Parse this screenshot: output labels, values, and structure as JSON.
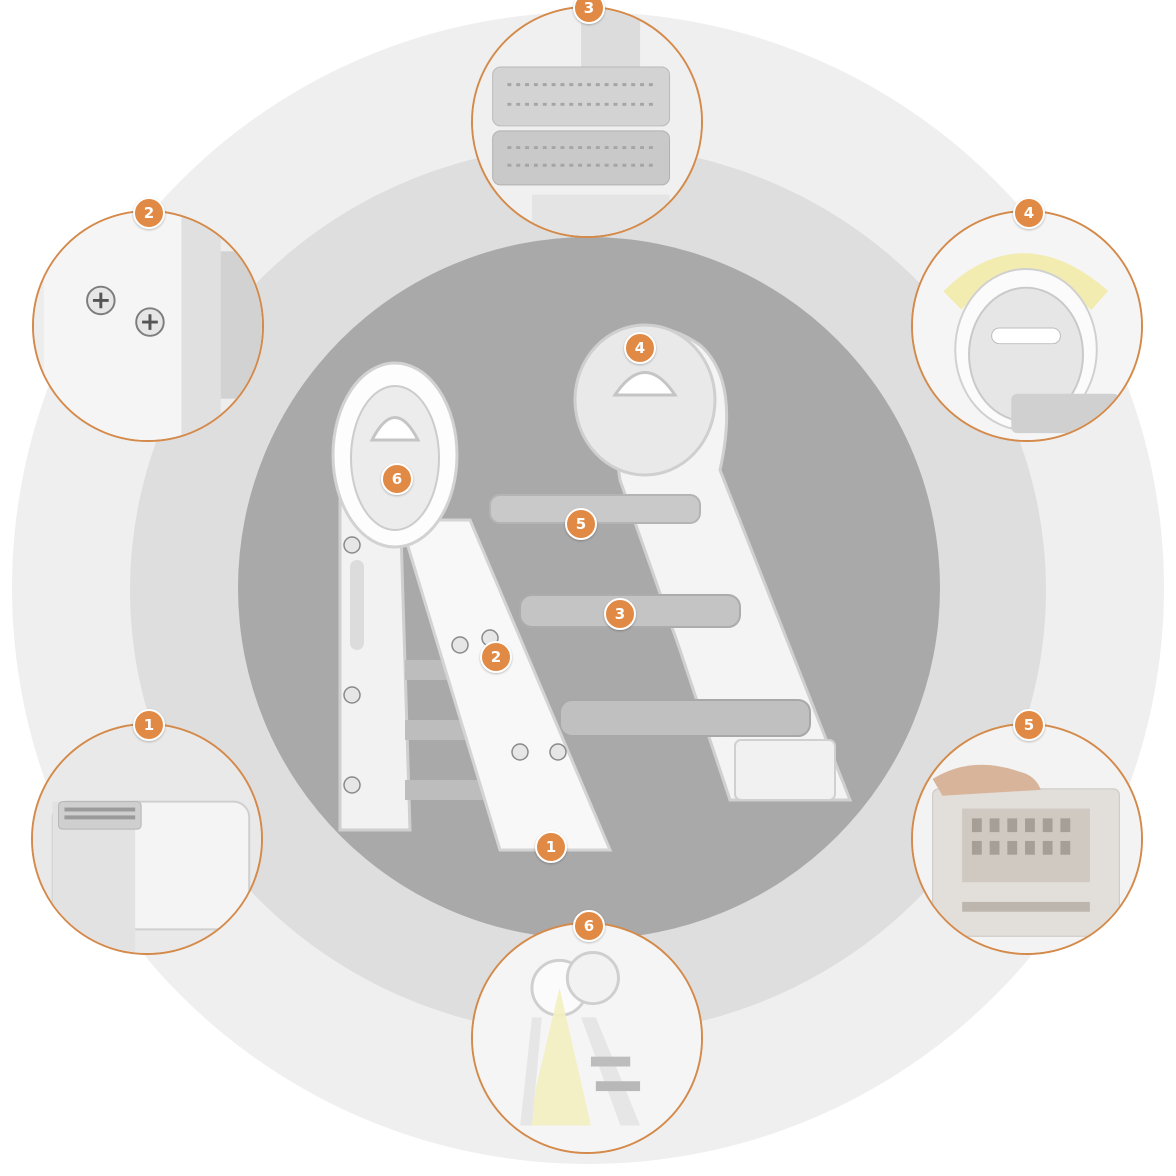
{
  "image": {
    "description_icon": "folding-step-stool-icon",
    "colors": {
      "accent": "#e08a45",
      "ring_outer": "#efefef",
      "ring_mid": "#dedede",
      "ring_inner": "#a9a9a9",
      "plastic_white": "#f6f6f6",
      "plastic_gray": "#bdbdbd"
    }
  },
  "callouts": {
    "b1": "1",
    "b2": "2",
    "b3": "3",
    "b4": "4",
    "b5": "5",
    "b6": "6",
    "m1": "1",
    "m2": "2",
    "m3": "3",
    "m4": "4",
    "m5": "5",
    "m6": "6"
  }
}
